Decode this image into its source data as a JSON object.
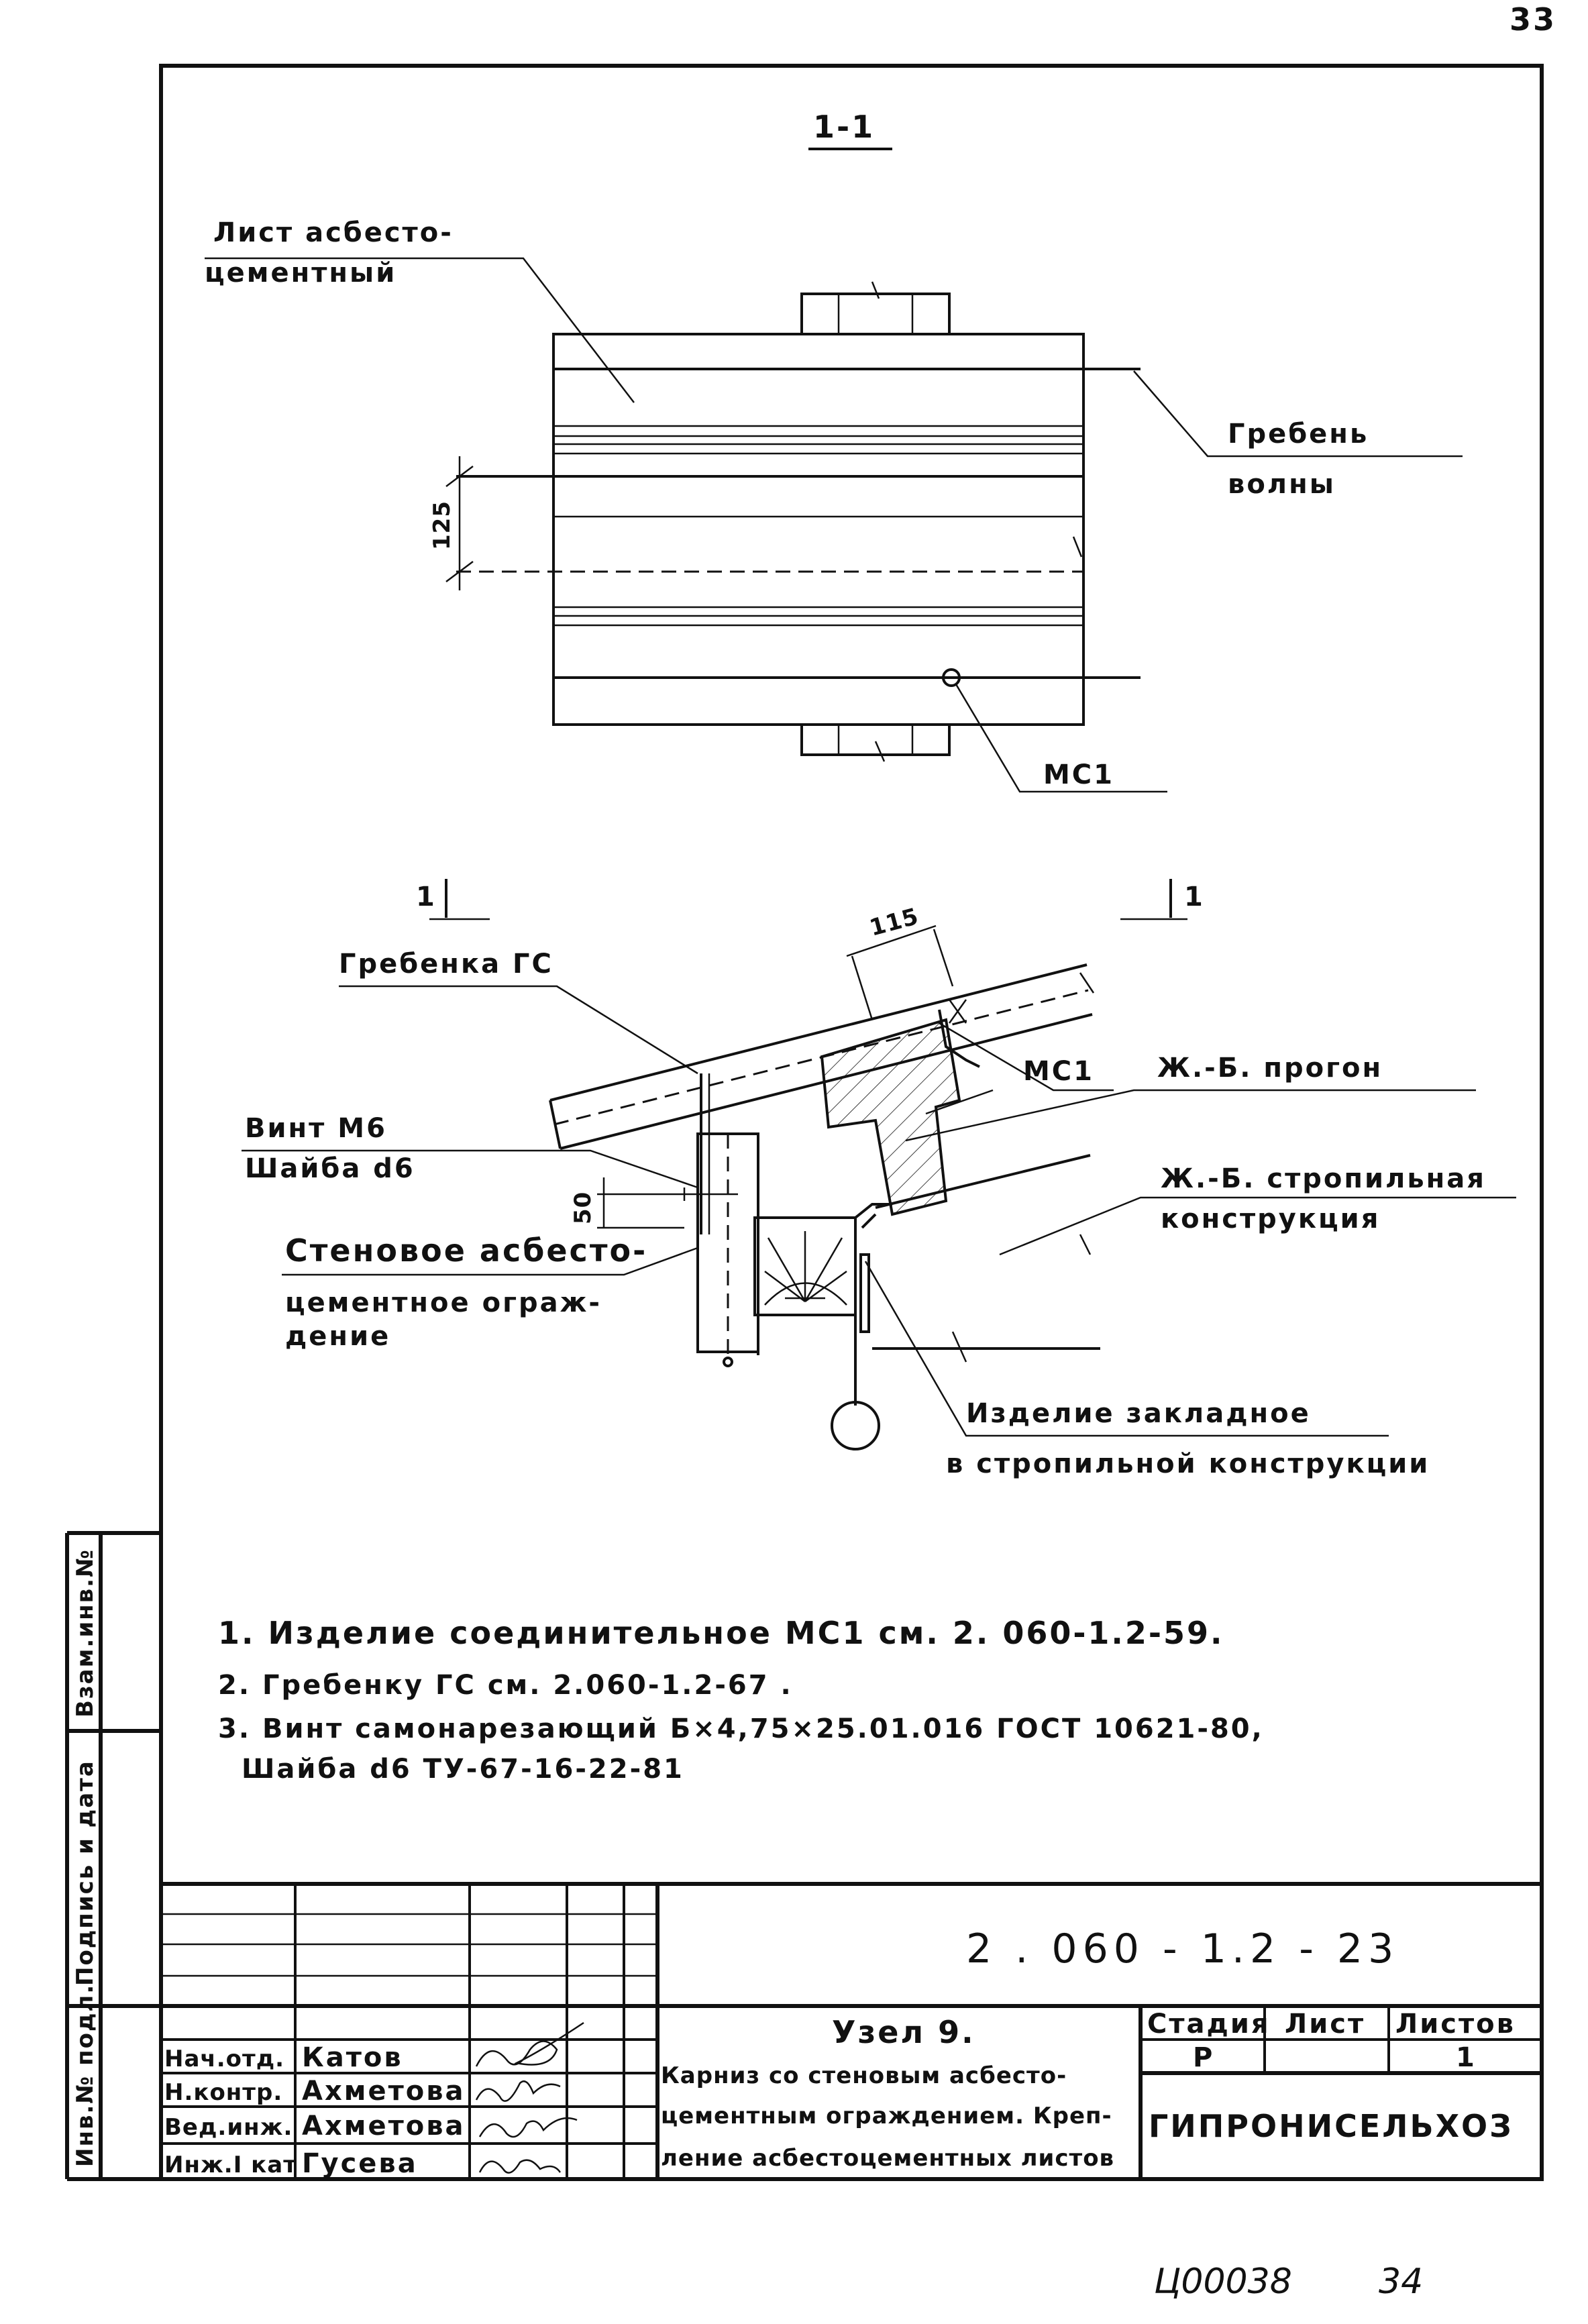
{
  "page_number": "33",
  "section_title": "1-1",
  "top_view": {
    "label_sheet": [
      "Лист асбесто-",
      "цементный"
    ],
    "label_crest": [
      "Гребень",
      "волны"
    ],
    "dim_125": "125",
    "label_mc1": "МС1"
  },
  "section_view": {
    "cut_mark_left": "1",
    "cut_mark_right": "1",
    "dim_115": "115",
    "dim_50": "50",
    "label_comb": "Гребенка ГС",
    "label_mc1": "МС1",
    "label_purlin": "Ж.-Б. прогон",
    "label_screw": [
      "Винт М6",
      "Шайба d6"
    ],
    "label_truss": [
      "Ж.-Б. стропильная",
      "конструкция"
    ],
    "label_wall": [
      "Стеновое асбесто-",
      "цементное ограж-",
      "дение"
    ],
    "label_embed": [
      "Изделие закладное",
      "в стропильной конструкции"
    ]
  },
  "notes": [
    "1. Изделие соединительное МС1 см. 2. 060-1.2-59.",
    "2. Гребенку ГС см. 2.060-1.2-67 .",
    "3. Винт самонарезающий Б×4,75×25.01.016 ГОСТ 10621-80,",
    "Шайба d6 ТУ-67-16-22-81"
  ],
  "side_stamp": [
    "Инв.№ подл.",
    "Подпись и дата",
    "Взам.инв.№"
  ],
  "title_block": {
    "doc_code": "2 . 060 - 1.2 - 23",
    "title_line1": "Узел 9.",
    "title_lines": [
      "Карниз со стеновым асбесто-",
      "цементным ограждением. Креп-",
      "ление асбестоцементных листов"
    ],
    "stage_header": "Стадия",
    "sheet_header": "Лист",
    "sheets_header": "Листов",
    "stage_value": "Р",
    "sheet_value": "",
    "sheets_value": "1",
    "organization": "ГИПРОНИСЕЛЬХОЗ",
    "signers": [
      {
        "role": "Нач.отд.",
        "name": "Катов"
      },
      {
        "role": "Н.контр.",
        "name": "Ахметова"
      },
      {
        "role": "Вед.инж.",
        "name": "Ахметова"
      },
      {
        "role": "Инж.I кат",
        "name": "Гусева"
      }
    ]
  },
  "corner_text": [
    "Ц00038",
    "34"
  ]
}
